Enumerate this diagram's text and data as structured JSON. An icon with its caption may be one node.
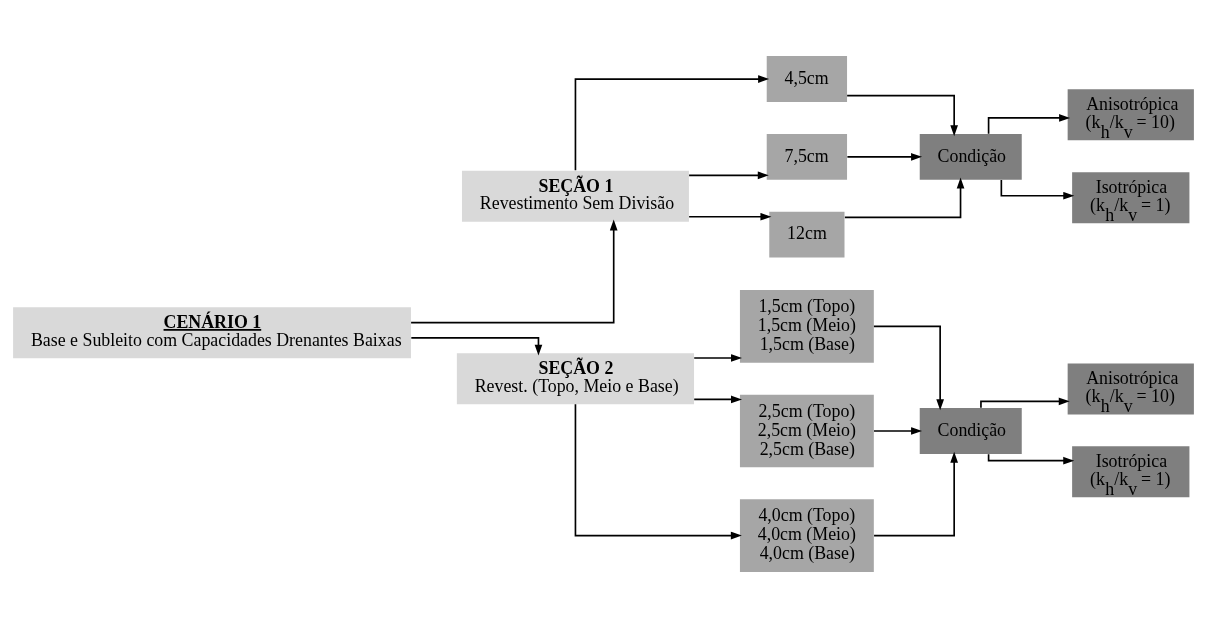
{
  "diagram": {
    "nodes": [
      {
        "text": [
          "CENÁRIO 1",
          "Base e Subleito com Capacidades Drenantes Baixas"
        ]
      },
      {
        "text": [
          "SEÇÃO 1",
          "Revestimento Sem Divisão"
        ]
      },
      {
        "text": [
          "4,5cm"
        ]
      },
      {
        "text": [
          "7,5cm"
        ]
      },
      {
        "text": [
          "12cm"
        ]
      },
      {
        "text": [
          "Condição"
        ]
      },
      {
        "text": [
          "Anisotrópica",
          "(k$_{h}$/k$_{v}$ = 10)"
        ]
      },
      {
        "text": [
          "Isotrópica",
          "(k$_{h}$/k$_{v}$ = 1)"
        ]
      },
      {
        "text": [
          "SEÇÃO 2",
          "Revest. (Topo, Meio e Base)"
        ]
      },
      {
        "text": [
          "1,5cm (Topo)",
          "1,5cm (Meio)",
          "1,5cm (Base)"
        ]
      },
      {
        "text": [
          "2,5cm (Topo)",
          "2,5cm (Meio)",
          "2,5cm (Base)"
        ]
      },
      {
        "text": [
          "4,0cm (Topo)",
          "4,0cm (Meio)",
          "4,0cm (Base)"
        ]
      },
      {
        "text": [
          "Condição"
        ]
      },
      {
        "text": [
          "Anisotrópica",
          "(k$_{h}$/k$_{v}$ = 10)"
        ]
      },
      {
        "text": [
          "Isotrópica",
          "(k$_{h}$/k$_{v}$ = 1)"
        ]
      }
    ],
    "edges": [
      {
        "from": 0,
        "to": 1,
        "arrow": "to"
      },
      {
        "from": 0,
        "to": 8,
        "arrow": "to"
      },
      {
        "from": 1,
        "to": 2,
        "arrow": "to"
      },
      {
        "from": 1,
        "to": 3,
        "arrow": "to"
      },
      {
        "from": 1,
        "to": 4,
        "arrow": "to"
      },
      {
        "from": 2,
        "to": 5,
        "arrow": "to"
      },
      {
        "from": 3,
        "to": 5,
        "arrow": "to"
      },
      {
        "from": 4,
        "to": 5,
        "arrow": "to"
      },
      {
        "from": 5,
        "to": 6,
        "arrow": "to"
      },
      {
        "from": 5,
        "to": 7,
        "arrow": "to"
      },
      {
        "from": 8,
        "to": 9,
        "arrow": "to"
      },
      {
        "from": 8,
        "to": 10,
        "arrow": "to"
      },
      {
        "from": 8,
        "to": 11,
        "arrow": "to"
      },
      {
        "from": 9,
        "to": 12,
        "arrow": "to"
      },
      {
        "from": 10,
        "to": 12,
        "arrow": "to"
      },
      {
        "from": 11,
        "to": 12,
        "arrow": "to"
      },
      {
        "from": 12,
        "to": 13,
        "arrow": "to"
      },
      {
        "from": 12,
        "to": 14,
        "arrow": "to"
      }
    ]
  }
}
